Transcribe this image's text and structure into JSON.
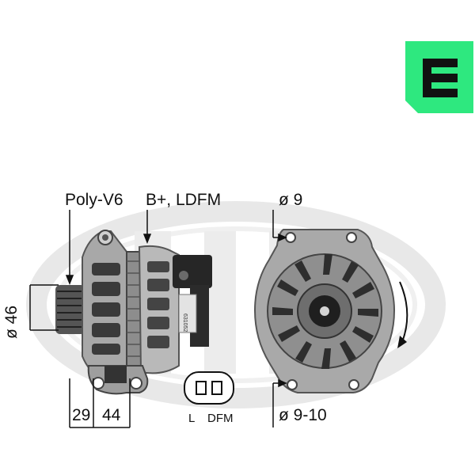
{
  "labels": {
    "pulley": "Poly-V6",
    "terminals": "B+, LDFM",
    "top_diameter": "ø 9",
    "pulley_diameter": "ø 46",
    "offset_a": "29",
    "offset_b": "44",
    "bottom_diameter": "ø 9-10",
    "connector_l": "L",
    "connector_dfm": "DFM"
  },
  "brand": {
    "logo_letter": "e",
    "watermark": "ERA",
    "accent": "#2ee87f",
    "part_label": "631052"
  },
  "colors": {
    "watermark": "#e6e6e6",
    "dimension_line": "#111111",
    "metal_light": "#c9c9c9",
    "metal_mid": "#9a9a9a",
    "metal_dark": "#4a4a4a"
  },
  "icons": {
    "rotation": "rotation-arrow-icon"
  }
}
